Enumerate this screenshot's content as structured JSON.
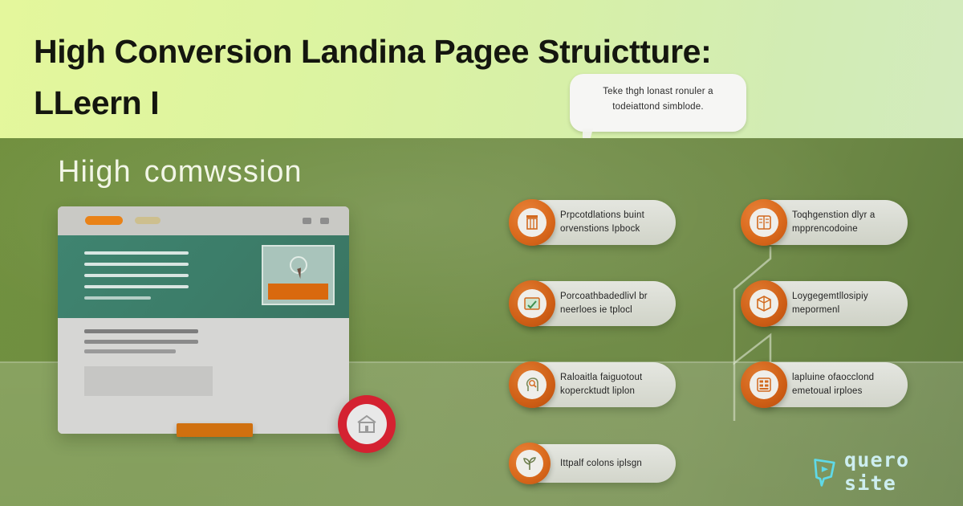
{
  "header": {
    "title_line1": "High Conversion Landina Pagee Struictture:",
    "title_line2": "LLeern I",
    "background_from": "#e4f79c",
    "background_to": "#d3ebbe"
  },
  "bubble": {
    "line1": "Teke thgh lonast ronuler a",
    "line2": "todeiattond simblode."
  },
  "stage": {
    "subtitle_word1": "Hiigh",
    "subtitle_word2": "comwssion",
    "background_from": "#71903f",
    "background_to": "#5e7a3c"
  },
  "mockup": {
    "name": "browser-landing-page-mockup",
    "toolbar_accent": "#e98217",
    "hero_background": "#3f8470",
    "cta_color": "#d9690e",
    "badge_color": "#d42231",
    "badge_icon": "house-icon"
  },
  "pills": [
    {
      "icon": "container-icon",
      "line1": "Prpcotdlations buint",
      "line2": "orvenstions Ipbock",
      "column": "a",
      "row": 1
    },
    {
      "icon": "book-icon",
      "line1": "Toqhgenstion dlyr a",
      "line2": "mpprencodoine",
      "column": "b",
      "row": 1
    },
    {
      "icon": "image-check-icon",
      "line1": "Porcoathbadedlivl br",
      "line2": "neerloes ie tplocl",
      "column": "a",
      "row": 2
    },
    {
      "icon": "cube-icon",
      "line1": "Loygegemtllosipiy",
      "line2": "mepormenl",
      "column": "b",
      "row": 2
    },
    {
      "icon": "head-idea-icon",
      "line1": "Raloaitla faiguotout",
      "line2": "kopercktudt liplon",
      "column": "a",
      "row": 3
    },
    {
      "icon": "calculator-icon",
      "line1": "lapluine ofaocclond",
      "line2": "emetoual irploes",
      "column": "b",
      "row": 3
    },
    {
      "icon": "plant-growth-icon",
      "line1": "Ittpalf colons iplsgn",
      "line2": "",
      "column": "a",
      "row": 4
    }
  ],
  "logo": {
    "text": "quero site",
    "mark_icon": "speech-bubble-play-icon",
    "color": "#5fd9e8"
  }
}
